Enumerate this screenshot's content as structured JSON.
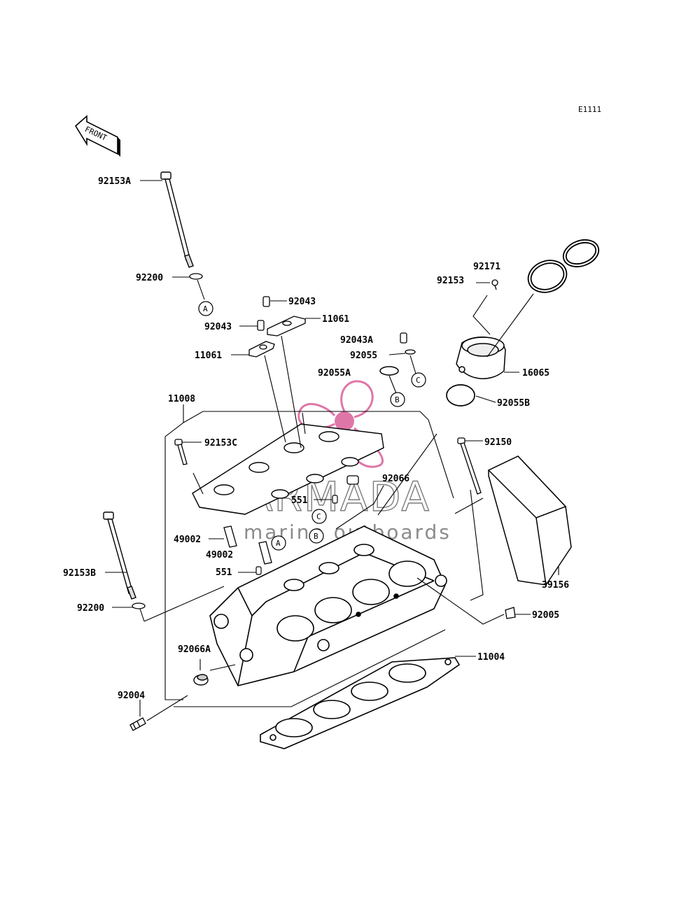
{
  "sheet_code": "E1111",
  "front_label": "FRONT",
  "watermark": {
    "name": "ARMADA",
    "tagline": "marine outboards",
    "accent_color": "#d9609a"
  },
  "callouts": {
    "c92153A": "92153A",
    "c92200a": "92200",
    "c92043a": "92043",
    "c92043b": "92043",
    "c11061a": "11061",
    "c11061b": "11061",
    "c92043A": "92043A",
    "c92055": "92055",
    "c92055A": "92055A",
    "c92171": "92171",
    "c92153": "92153",
    "c16065": "16065",
    "c92055B": "92055B",
    "c11008": "11008",
    "c92153C": "92153C",
    "c92150": "92150",
    "c92066": "92066",
    "c551a": "551",
    "c49002a": "49002",
    "c49002b": "49002",
    "c551b": "551",
    "c92153B": "92153B",
    "c92200b": "92200",
    "c92005": "92005",
    "c39156": "39156",
    "c92066A": "92066A",
    "c11004": "11004",
    "c92004": "92004"
  },
  "ref_letters": {
    "A1": "A",
    "A2": "A",
    "B1": "B",
    "B2": "B",
    "C1": "C",
    "C2": "C"
  }
}
